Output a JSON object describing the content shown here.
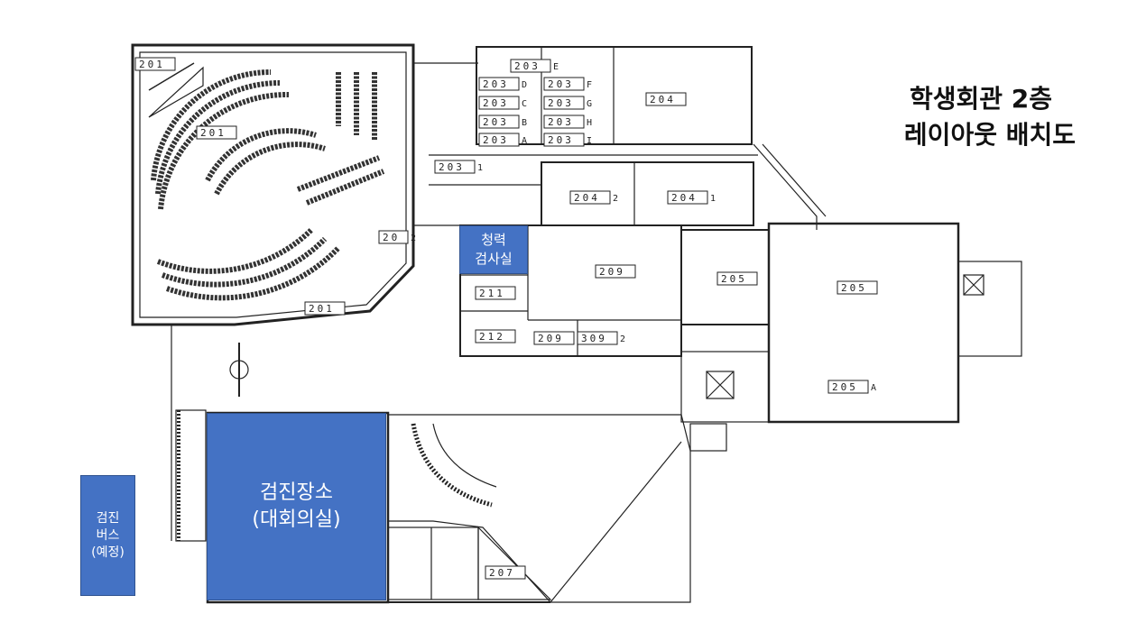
{
  "title": {
    "line1": "학생회관 2층",
    "line2": "레이아웃 배치도"
  },
  "overlays": {
    "exam_hall": {
      "line1": "검진장소",
      "line2": "(대회의실)",
      "color": "#4472c4"
    },
    "hearing_room": {
      "line1": "청력",
      "line2": "검사실",
      "color": "#4472c4"
    },
    "bus": {
      "line1": "검진",
      "line2": "버스",
      "line3": "(예정)",
      "color": "#4472c4"
    }
  },
  "rooms": {
    "r201_top": "201",
    "r201_main": "201",
    "r201_bottom": "201",
    "r203_E": "203",
    "r203_D": "203",
    "r203_C": "203",
    "r203_B": "203",
    "r203_A": "203",
    "r203_F": "203",
    "r203_G": "203",
    "r203_H": "203",
    "r203_I": "203",
    "r203_corr": "203",
    "r204": "204",
    "r204_2": "204",
    "r204_1": "204",
    "r205_small": "205",
    "r205": "205",
    "r205_A": "205",
    "r208": "20",
    "r209": "209",
    "r209_1": "209",
    "r209_2": "309",
    "r211": "211",
    "r212": "212",
    "r207": "207"
  },
  "suffixes": {
    "E": "E",
    "D": "D",
    "C": "C",
    "B": "B",
    "A": "A",
    "F": "F",
    "G": "G",
    "H": "H",
    "I": "I",
    "corr": "1",
    "r204_2": "2",
    "r204_1": "1",
    "r208": "2",
    "r209_2": "2",
    "r205_A": "A"
  }
}
